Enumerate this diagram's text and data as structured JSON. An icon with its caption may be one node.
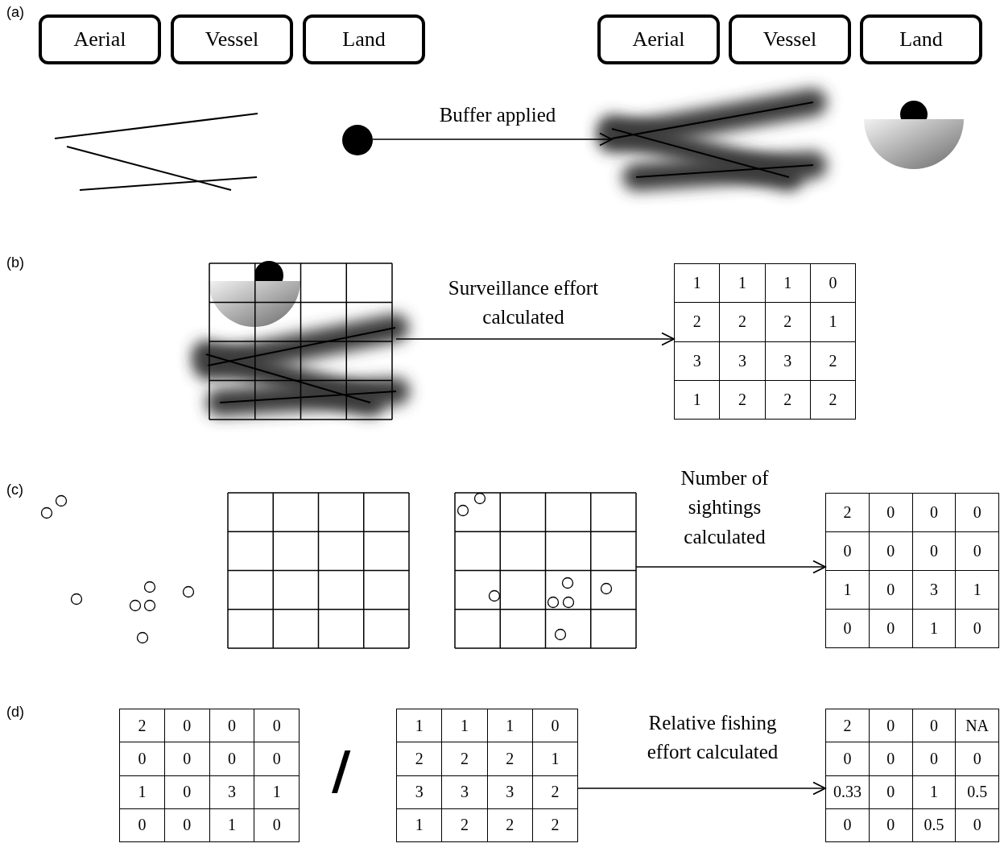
{
  "diagram": {
    "nodes": [
      {
        "text": [
          "Aerial"
        ]
      },
      {
        "text": [
          "Vessel"
        ]
      },
      {
        "text": [
          "Land"
        ]
      },
      {
        "text": [
          "Aerial"
        ]
      },
      {
        "text": [
          "Vessel"
        ]
      },
      {
        "text": [
          "Land"
        ]
      },
      {
        "text": [],
        "shape": "picture"
      },
      {
        "text": [],
        "shape": "picture"
      },
      {
        "text": [],
        "shape": "picture"
      },
      {
        "text": [
          "1",
          "1",
          "1",
          "0",
          "2",
          "2",
          "2",
          "1",
          "3",
          "3",
          "3",
          "2",
          "1",
          "2",
          "2",
          "2"
        ]
      },
      {
        "text": [],
        "shape": "picture"
      },
      {
        "text": [],
        "shape": "picture"
      },
      {
        "text": [],
        "shape": "picture"
      },
      {
        "text": [
          "2",
          "0",
          "0",
          "0",
          "0",
          "0",
          "0",
          "0",
          "1",
          "0",
          "3",
          "1",
          "0",
          "0",
          "1",
          "0"
        ]
      },
      {
        "text": [
          "2",
          "0",
          "0",
          "0",
          "0",
          "0",
          "0",
          "0",
          "1",
          "0",
          "3",
          "1",
          "0",
          "0",
          "1",
          "0"
        ]
      },
      {
        "text": [
          "1",
          "1",
          "1",
          "0",
          "2",
          "2",
          "2",
          "1",
          "3",
          "3",
          "3",
          "2",
          "1",
          "2",
          "2",
          "2"
        ]
      },
      {
        "text": [
          "2",
          "0",
          "0",
          "NA",
          "0",
          "0",
          "0",
          "0",
          "0.33",
          "0",
          "1",
          "0.5",
          "0",
          "0",
          "0.5",
          "0"
        ]
      }
    ],
    "edges": [
      {
        "from": 6,
        "to": 7,
        "arrow": "to",
        "label": "Buffer applied"
      },
      {
        "from": 8,
        "to": 9,
        "arrow": "to",
        "label": "Surveillance effort calculated"
      },
      {
        "from": 12,
        "to": 13,
        "arrow": "to",
        "label": "Number of sightings calculated"
      },
      {
        "from": 15,
        "to": 16,
        "arrow": "to",
        "label": "Relative fishing effort calculated"
      }
    ],
    "labels": [
      "(a)",
      "(b)",
      "(c)",
      "(d)",
      "/"
    ]
  }
}
